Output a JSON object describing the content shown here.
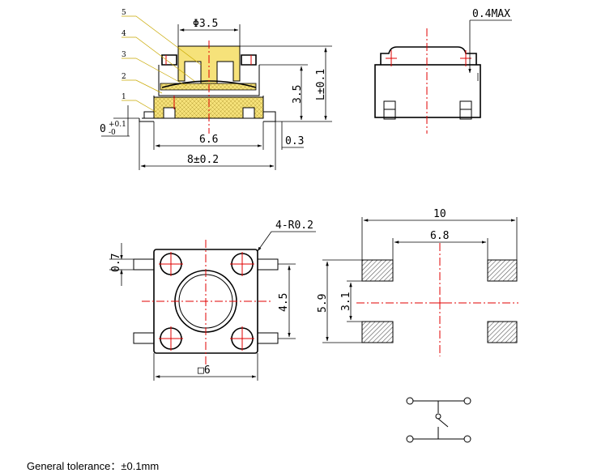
{
  "drawing": {
    "side_view": {
      "part_numbers": [
        "5",
        "4",
        "3",
        "2",
        "1"
      ],
      "dims": {
        "plunger_dia": "Φ3.5",
        "body_height": "3.5",
        "total_height": "L±0.1",
        "base_width": "6.6",
        "overall_width": "8±0.2",
        "lead_offset": "0.3",
        "standoff": "0",
        "standoff_upper_tol": "+0.1",
        "standoff_lower_tol": "-0"
      }
    },
    "front_view": {
      "dims": {
        "max_offset": "0.4MAX"
      }
    },
    "top_view": {
      "dims": {
        "corner_radius": "4-R0.2",
        "lead_width": "0.7",
        "pin_pitch": "4.5",
        "body_size": "□6"
      }
    },
    "pcb_layout": {
      "dims": {
        "outer_span": "10",
        "inner_span": "6.8",
        "outer_height": "5.9",
        "inner_height": "3.1"
      }
    },
    "colors": {
      "section_fill": "#f6e27a",
      "center_lines": "#e00000",
      "leader_lines": "#c8a800"
    }
  },
  "footer": {
    "note": "General tolerance：±0.1mm"
  }
}
